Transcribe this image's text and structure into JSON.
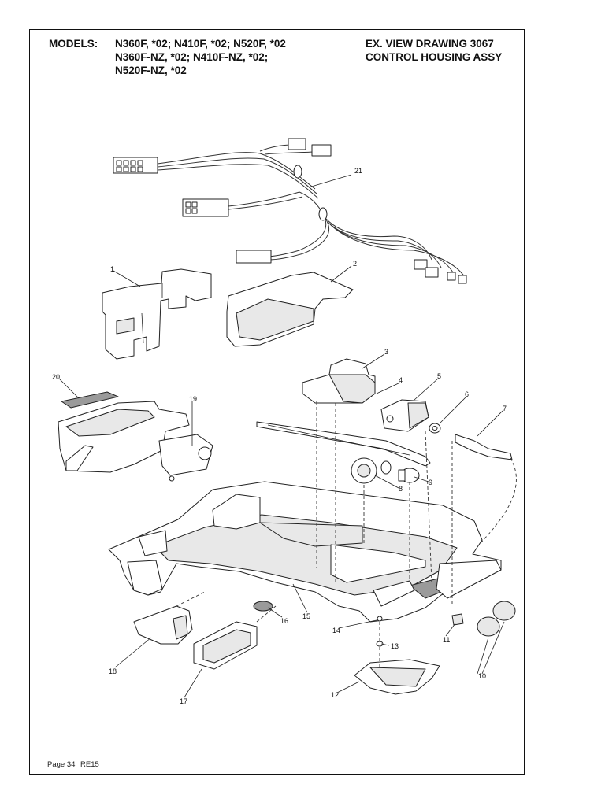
{
  "header": {
    "models_label": "MODELS:",
    "models_lines": [
      "N360F, *02;  N410F, *02;  N520F, *02",
      "N360F-NZ, *02;  N410F-NZ, *02;",
      "N520F-NZ, *02"
    ],
    "drawing_lines": [
      "EX. VIEW DRAWING 3067",
      "CONTROL HOUSING ASSY"
    ]
  },
  "callouts": [
    "1",
    "2",
    "3",
    "4",
    "5",
    "6",
    "7",
    "8",
    "9",
    "10",
    "11",
    "12",
    "13",
    "14",
    "15",
    "16",
    "17",
    "18",
    "19",
    "20",
    "21"
  ],
  "footer": {
    "page": "Page 34",
    "code": "RE15"
  }
}
